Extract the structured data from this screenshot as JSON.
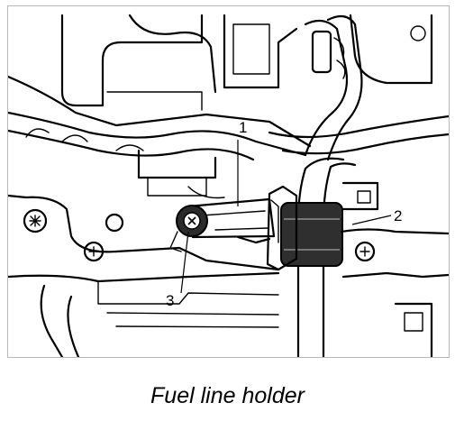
{
  "figure": {
    "callouts": [
      {
        "id": "1",
        "label": "1"
      },
      {
        "id": "2",
        "label": "2"
      },
      {
        "id": "3",
        "label": "3"
      }
    ]
  },
  "caption": "Fuel line holder"
}
